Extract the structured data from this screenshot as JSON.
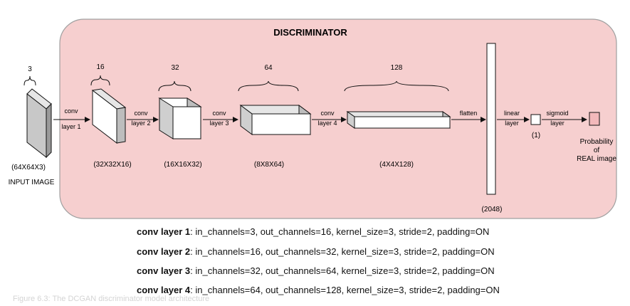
{
  "title": "DISCRIMINATOR",
  "input": {
    "channels": "3",
    "dims": "(64X64X3)",
    "label": "INPUT IMAGE"
  },
  "layers": [
    {
      "channels": "16",
      "dims": "(32X32X16)",
      "arrow_line1": "conv",
      "arrow_line2": "layer 1"
    },
    {
      "channels": "32",
      "dims": "(16X16X32)",
      "arrow_line1": "conv",
      "arrow_line2": "layer 2"
    },
    {
      "channels": "64",
      "dims": "(8X8X64)",
      "arrow_line1": "conv",
      "arrow_line2": "layer 3"
    },
    {
      "channels": "128",
      "dims": "(4X4X128)",
      "arrow_line1": "conv",
      "arrow_line2": "layer 4"
    }
  ],
  "flatten": {
    "label": "flatten",
    "dims": "(2048)"
  },
  "linear": {
    "line1": "linear",
    "line2": "layer",
    "dims": "(1)"
  },
  "sigmoid": {
    "line1": "sigmoid",
    "line2": "layer"
  },
  "output": {
    "line1": "Probability",
    "line2": "of",
    "line3": "REAL image"
  },
  "specs": [
    {
      "name": "conv layer 1",
      "text": ": in_channels=3, out_channels=16, kernel_size=3, stride=2, padding=ON"
    },
    {
      "name": "conv layer 2",
      "text": ": in_channels=16, out_channels=32, kernel_size=3, stride=2, padding=ON"
    },
    {
      "name": "conv layer 3",
      "text": ": in_channels=32, out_channels=64, kernel_size=3, stride=2, padding=ON"
    },
    {
      "name": "conv layer 4",
      "text": ": in_channels=64, out_channels=128, kernel_size=3, stride=2, padding=ON"
    }
  ],
  "caption": "Figure 6.3: The DCGAN discriminator model architecture",
  "colors": {
    "panel_fill": "#f6cfcf",
    "panel_stroke": "#a0a0a0",
    "output_fill": "#f3b9bb"
  }
}
